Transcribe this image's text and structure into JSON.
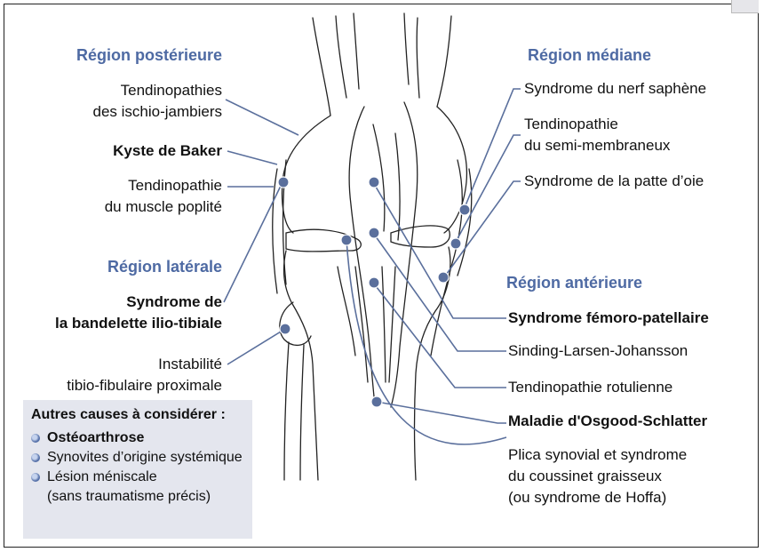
{
  "posterior": {
    "heading": "Région postérieure",
    "items": [
      {
        "line1": "Tendinopathies",
        "line2": "des ischio-jambiers"
      },
      {
        "line1": "Kyste de Baker",
        "line2": ""
      },
      {
        "line1": "Tendinopathie",
        "line2": "du muscle poplité"
      }
    ]
  },
  "lateral": {
    "heading": "Région latérale",
    "items": [
      {
        "line1": "Syndrome de",
        "line2": "la bandelette ilio-tibiale"
      },
      {
        "line1": "Instabilité",
        "line2": "tibio-fibulaire proximale"
      }
    ]
  },
  "median": {
    "heading": "Région médiane",
    "items": [
      {
        "line1": "Syndrome du nerf saphène",
        "line2": ""
      },
      {
        "line1": "Tendinopathie",
        "line2": "du semi-membraneux"
      },
      {
        "line1": "Syndrome de la patte d’oie",
        "line2": ""
      }
    ]
  },
  "anterior": {
    "heading": "Région antérieure",
    "items": [
      {
        "line1": "Syndrome fémoro-patellaire",
        "line2": ""
      },
      {
        "line1": "Sinding-Larsen-Johansson",
        "line2": ""
      },
      {
        "line1": "Tendinopathie rotulienne",
        "line2": ""
      },
      {
        "line1": "Maladie d'Osgood-Schlatter",
        "line2": ""
      },
      {
        "line1": "Plica synovial et syndrome",
        "line2": "du coussinet graisseux",
        "line3": "(ou syndrome de Hoffa)"
      }
    ]
  },
  "other_causes": {
    "title": "Autres causes à considérer :",
    "items": [
      {
        "text": "Ostéoarthrose",
        "line2": ""
      },
      {
        "text": "Synovites d’origine systémique",
        "line2": ""
      },
      {
        "text": "Lésion méniscale",
        "line2": "(sans traumatisme précis)"
      }
    ]
  },
  "colors": {
    "heading": "#4e6aa3",
    "leader": "#5a6f9c",
    "box_bg": "#e4e6ee"
  }
}
